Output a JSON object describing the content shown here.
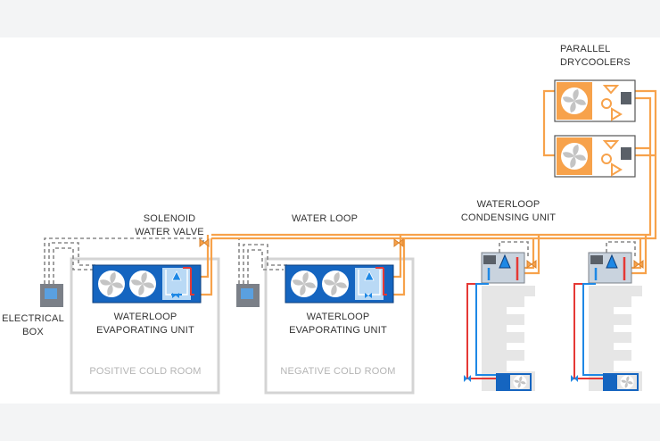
{
  "labels": {
    "parallel_drycoolers": "PARALLEL\nDRYCOOLERS",
    "solenoid_water_valve": "SOLENOID\nWATER VALVE",
    "water_loop": "WATER LOOP",
    "waterloop_condensing_unit": "WATERLOOP\nCONDENSING UNIT",
    "electrical_box": "ELECTRICAL\nBOX",
    "evaporating_unit_1": "WATERLOOP\nEVAPORATING UNIT",
    "evaporating_unit_2": "WATERLOOP\nEVAPORATING UNIT",
    "positive_cold_room": "POSITIVE COLD ROOM",
    "negative_cold_room": "NEGATIVE COLD ROOM"
  },
  "colors": {
    "water_loop": "#f7a24b",
    "unit_blue": "#1565c0",
    "hot_line": "#e53935",
    "cold_line": "#1e88e5",
    "room_outline": "#d4d4d4",
    "control_wire": "#888888",
    "box_grey": "#7b8088"
  },
  "icons": [
    "fan-icon",
    "pump-icon",
    "valve-icon",
    "expansion-valve-icon",
    "controller-icon"
  ]
}
